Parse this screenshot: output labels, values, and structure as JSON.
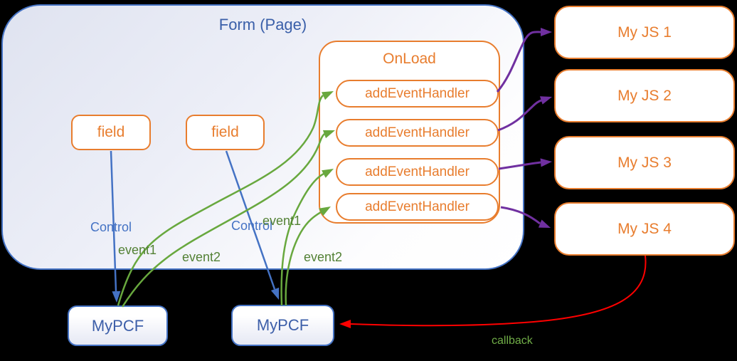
{
  "form": {
    "title": "Form (Page)"
  },
  "fields": [
    {
      "label": "field"
    },
    {
      "label": "field"
    }
  ],
  "onload": {
    "title": "OnLoad",
    "handlers": [
      "addEventHandler",
      "addEventHandler",
      "addEventHandler",
      "addEventHandler"
    ]
  },
  "js_modules": [
    {
      "label": "My JS 1"
    },
    {
      "label": "My JS 2"
    },
    {
      "label": "My JS 3"
    },
    {
      "label": "My JS 4"
    }
  ],
  "pcf_controls": [
    {
      "label": "MyPCF"
    },
    {
      "label": "MyPCF"
    }
  ],
  "edge_labels": {
    "control_left": "Control",
    "control_right": "Control",
    "event1_left": "event1",
    "event2_left": "event2",
    "event1_right": "event1",
    "event2_right": "event2",
    "callback": "callback"
  },
  "colors": {
    "orange": "#E87D2E",
    "blue": "#4472C4",
    "green_line": "#68A83E",
    "green_label": "#538135",
    "purple": "#7030A0",
    "red": "#FF0000",
    "background": "#000000"
  }
}
